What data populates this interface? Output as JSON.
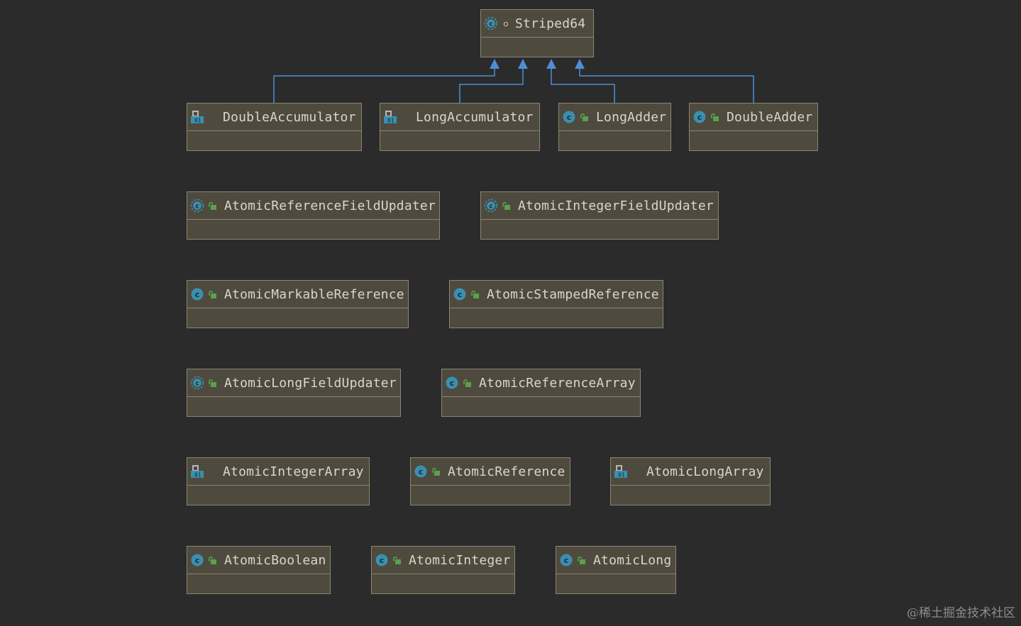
{
  "diagram": {
    "nodes": [
      {
        "id": "striped64",
        "name": "Striped64",
        "kind": "abstract-class-icon",
        "visibility": "package-private-icon"
      },
      {
        "id": "double-accumulator",
        "name": "DoubleAccumulator",
        "kind": "serializable-icon",
        "visibility": ""
      },
      {
        "id": "long-accumulator",
        "name": "LongAccumulator",
        "kind": "serializable-icon",
        "visibility": ""
      },
      {
        "id": "long-adder",
        "name": "LongAdder",
        "kind": "class-icon",
        "visibility": "public-icon"
      },
      {
        "id": "double-adder",
        "name": "DoubleAdder",
        "kind": "class-icon",
        "visibility": "public-icon"
      },
      {
        "id": "atomic-reference-field-updater",
        "name": "AtomicReferenceFieldUpdater",
        "kind": "abstract-class-icon",
        "visibility": "public-icon"
      },
      {
        "id": "atomic-integer-field-updater",
        "name": "AtomicIntegerFieldUpdater",
        "kind": "abstract-class-icon",
        "visibility": "public-icon"
      },
      {
        "id": "atomic-markable-reference",
        "name": "AtomicMarkableReference",
        "kind": "class-icon",
        "visibility": "public-icon"
      },
      {
        "id": "atomic-stamped-reference",
        "name": "AtomicStampedReference",
        "kind": "class-icon",
        "visibility": "public-icon"
      },
      {
        "id": "atomic-long-field-updater",
        "name": "AtomicLongFieldUpdater",
        "kind": "abstract-class-icon",
        "visibility": "public-icon"
      },
      {
        "id": "atomic-reference-array",
        "name": "AtomicReferenceArray",
        "kind": "class-icon",
        "visibility": "public-icon"
      },
      {
        "id": "atomic-integer-array",
        "name": "AtomicIntegerArray",
        "kind": "serializable-icon",
        "visibility": ""
      },
      {
        "id": "atomic-reference",
        "name": "AtomicReference",
        "kind": "class-icon",
        "visibility": "public-icon"
      },
      {
        "id": "atomic-long-array",
        "name": "AtomicLongArray",
        "kind": "serializable-icon",
        "visibility": ""
      },
      {
        "id": "atomic-boolean",
        "name": "AtomicBoolean",
        "kind": "class-icon",
        "visibility": "public-icon"
      },
      {
        "id": "atomic-integer",
        "name": "AtomicInteger",
        "kind": "class-icon",
        "visibility": "public-icon"
      },
      {
        "id": "atomic-long",
        "name": "AtomicLong",
        "kind": "class-icon",
        "visibility": "public-icon"
      }
    ],
    "edges": [
      {
        "from": "double-accumulator",
        "to": "striped64",
        "type": "extends"
      },
      {
        "from": "long-accumulator",
        "to": "striped64",
        "type": "extends"
      },
      {
        "from": "long-adder",
        "to": "striped64",
        "type": "extends"
      },
      {
        "from": "double-adder",
        "to": "striped64",
        "type": "extends"
      }
    ],
    "colors": {
      "background": "#2b2b2b",
      "node_fill": "#4e4a3e",
      "node_border": "#8a8574",
      "text": "#d9d6cd",
      "edge": "#4d8fd6",
      "class_icon": "#3b8fb0",
      "public_icon": "#5aa14a"
    }
  },
  "watermark": "@稀土掘金技术社区"
}
